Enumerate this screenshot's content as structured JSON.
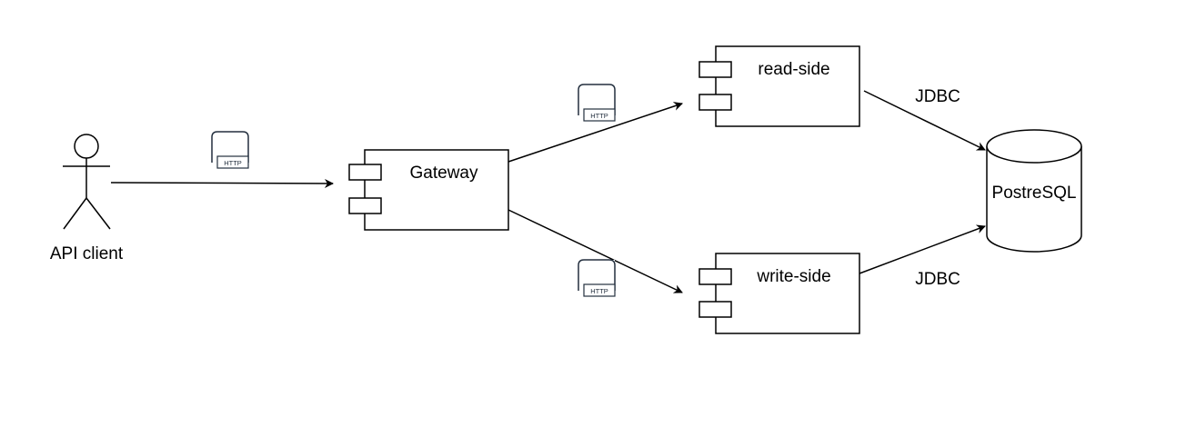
{
  "diagram": {
    "actor": {
      "label": "API client"
    },
    "gateway": {
      "label": "Gateway"
    },
    "read_side": {
      "label": "read-side"
    },
    "write_side": {
      "label": "write-side"
    },
    "database": {
      "label": "PostreSQL"
    },
    "edge_labels": {
      "read_jdbc": "JDBC",
      "write_jdbc": "JDBC"
    },
    "protocol_icons": {
      "client_to_gateway": "HTTP",
      "gateway_to_read": "HTTP",
      "gateway_to_write": "HTTP"
    }
  }
}
